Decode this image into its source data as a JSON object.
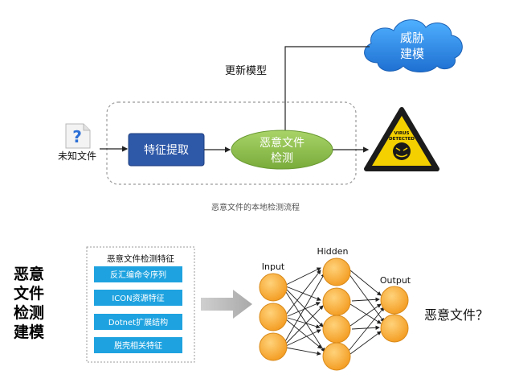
{
  "top": {
    "threat_cloud": {
      "line1": "威胁",
      "line2": "建模"
    },
    "update_label": "更新模型",
    "unknown_file_label": "未知文件",
    "feature_box": "特征提取",
    "detect_ellipse": {
      "line1": "恶意文件",
      "line2": "检测"
    },
    "warning_sign": {
      "line1": "VIRUS",
      "line2": "DETECTED"
    },
    "caption": "恶意文件的本地检测流程"
  },
  "bottom": {
    "left_title_lines": [
      "恶意",
      "文件",
      "检测",
      "建模"
    ],
    "feature_panel": {
      "title": "恶意文件检测特征",
      "items": [
        "反汇编命令序列",
        "ICON资源特征",
        "Dotnet扩展结构",
        "脱壳相关特征"
      ]
    },
    "nn_labels": {
      "input": "Input",
      "hidden": "Hidden",
      "output": "Output"
    },
    "question": "恶意文件？"
  },
  "colors": {
    "cloud": "#1e88e5",
    "feature_box": "#2e58a8",
    "ellipse": "#8bbf4a",
    "feature_item": "#1fa3e0",
    "neuron": "#f7a531",
    "warning": "#f4d000"
  }
}
